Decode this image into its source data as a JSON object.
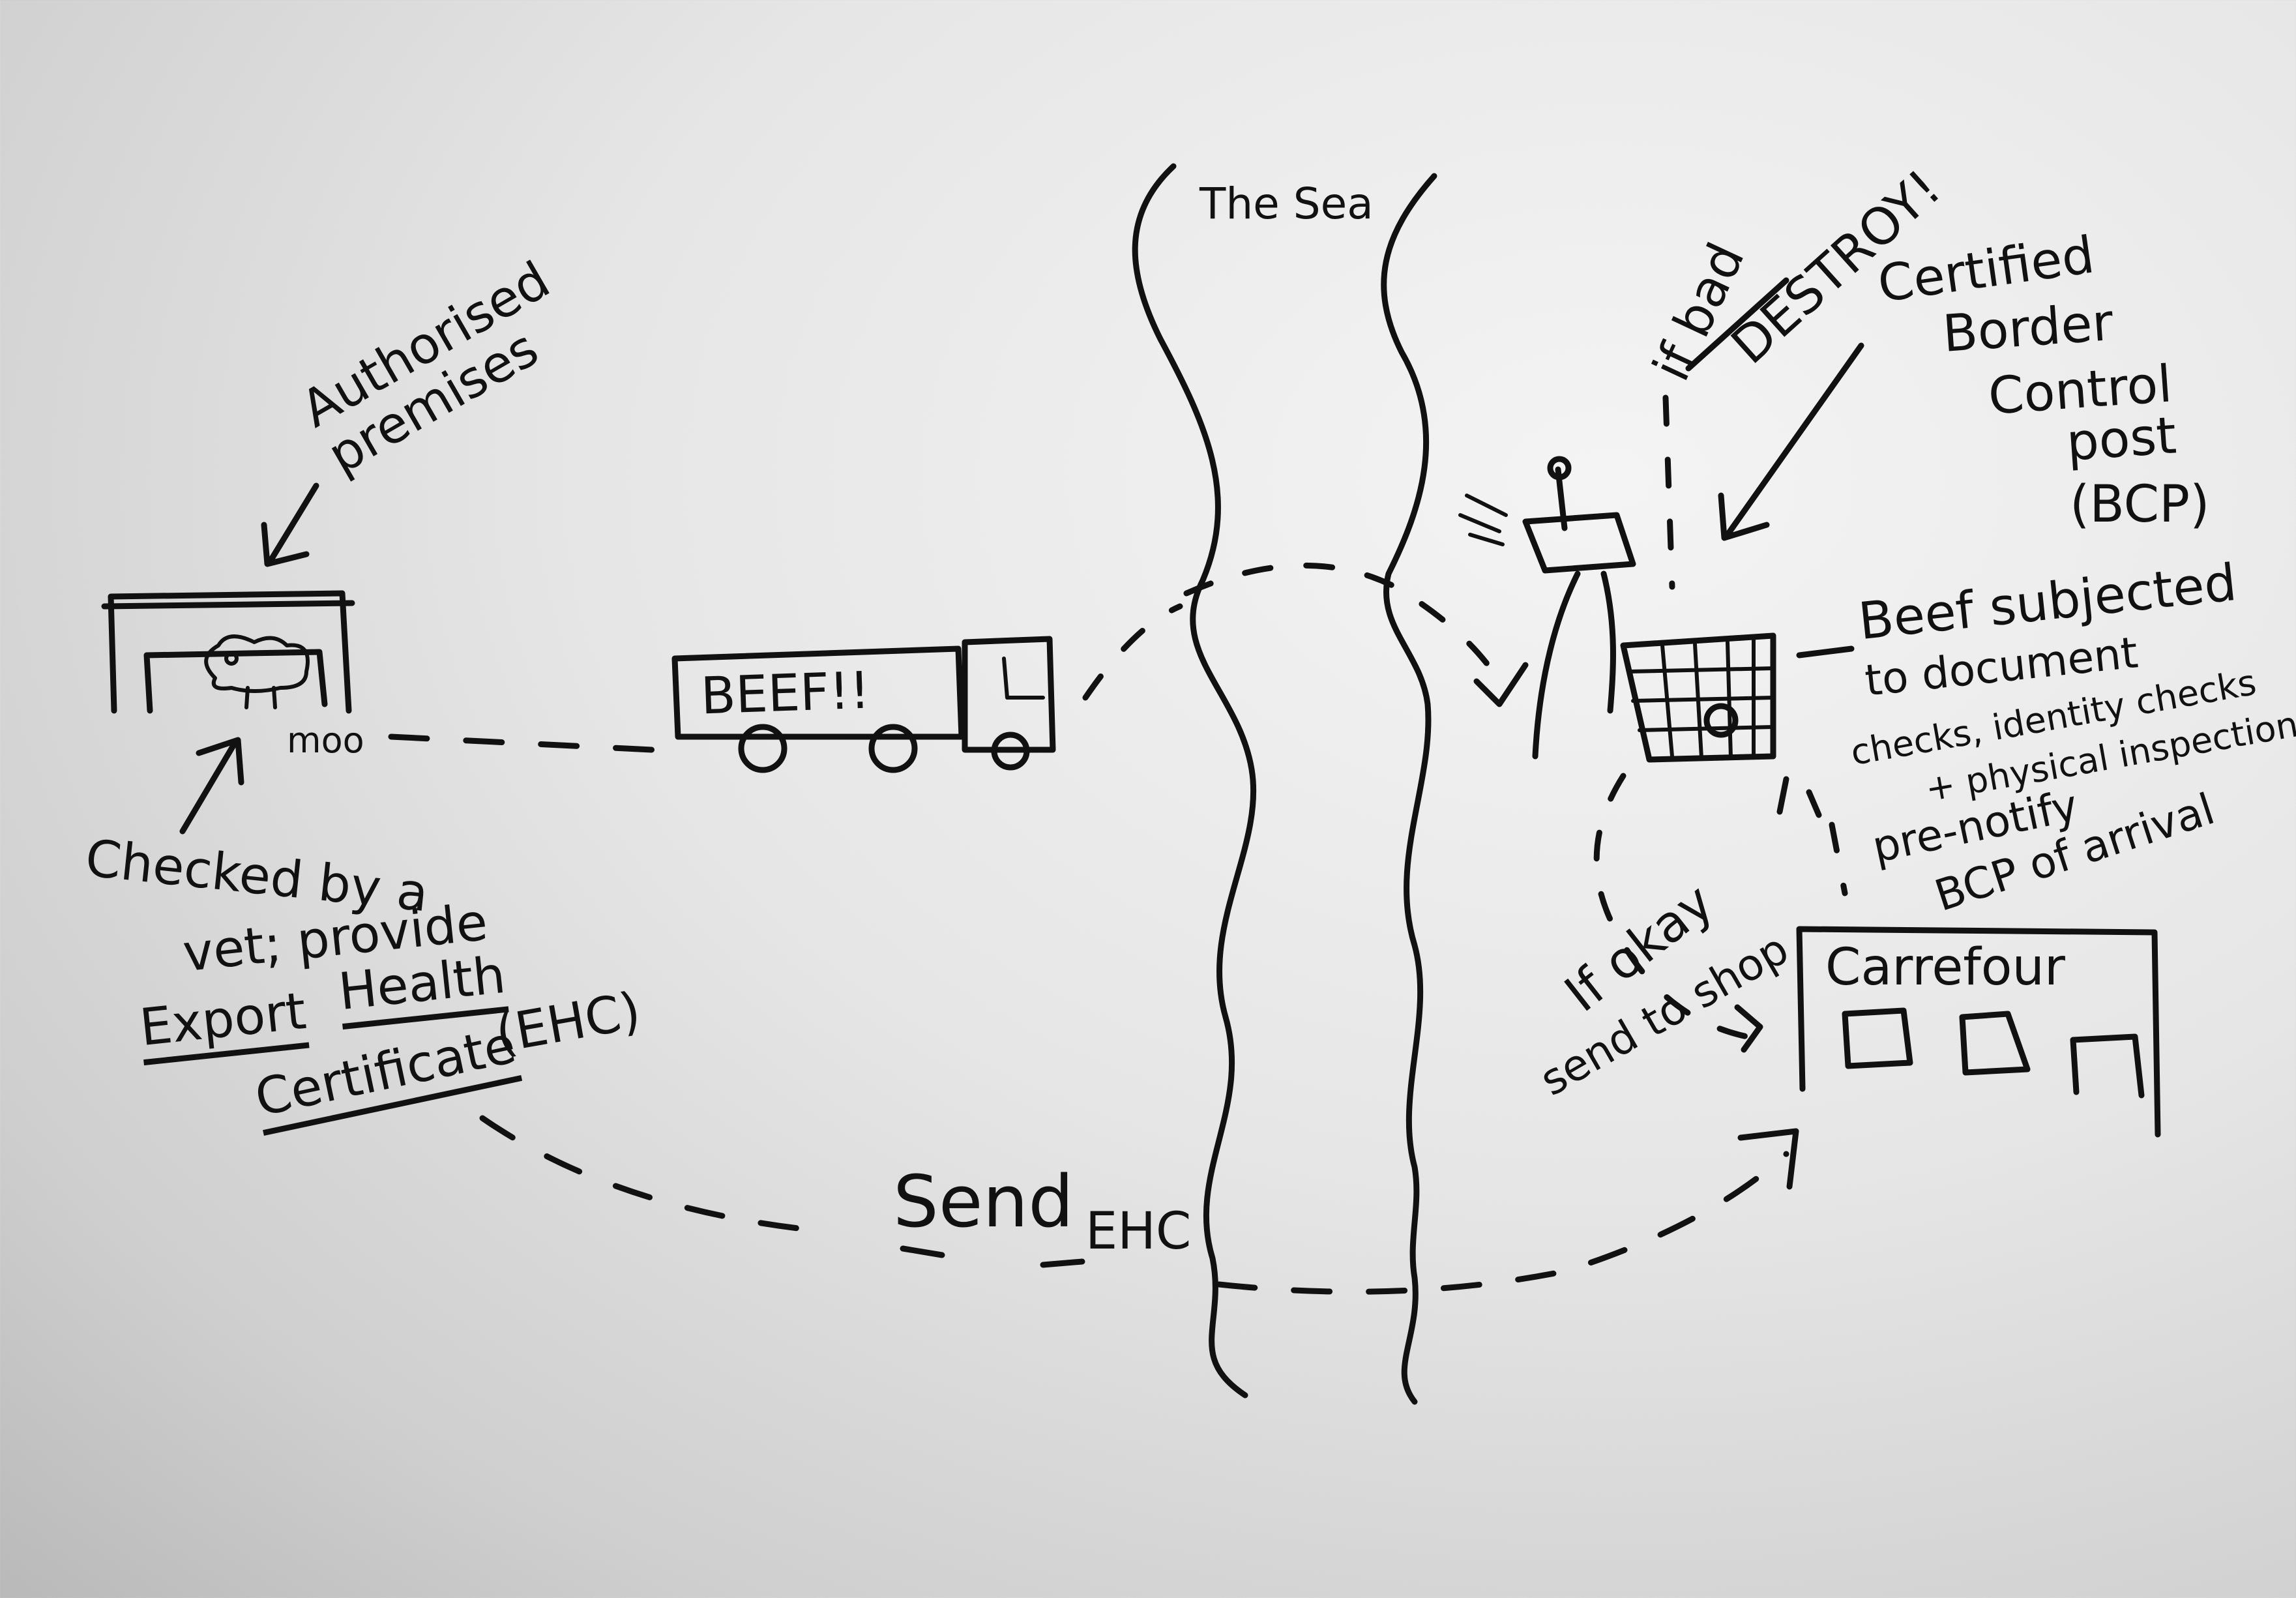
{
  "labels": {
    "authorised_premises": "Authorised premises",
    "moo": "moo",
    "checked_by_vet_1": "Checked by a",
    "checked_by_vet_2": "vet; provide",
    "export": "Export",
    "health": "Health",
    "certificate": "Certificate",
    "ehc_abbrev": "(EHC)",
    "truck_cargo": "BEEF!!",
    "the_sea": "The Sea",
    "if_bad": "if bad",
    "destroy": "DESTROY!",
    "cbcp_1": "Certified",
    "cbcp_2": "Border",
    "cbcp_3": "Control",
    "cbcp_4": "post",
    "cbcp_5": "(BCP)",
    "beef_1": "Beef subjected",
    "beef_2": "to document",
    "beef_3": "checks, identity checks",
    "beef_4": "+ physical inspection",
    "prenotify_1": "pre-notify",
    "prenotify_2": "BCP of arrival",
    "if_okay_1": "If okay",
    "if_okay_2": "send to shop",
    "shop_name": "Carrefour",
    "send": "Send",
    "ehc": "EHC"
  }
}
